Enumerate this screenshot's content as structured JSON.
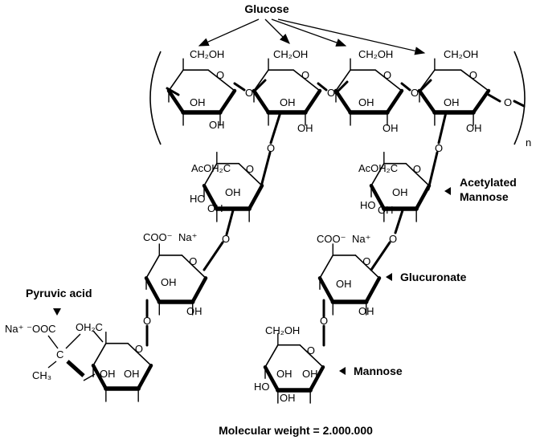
{
  "labels": {
    "glucose": "Glucose",
    "acetylated_mannose_line1": "Acetylated",
    "acetylated_mannose_line2": "Mannose",
    "glucuronate": "Glucuronate",
    "mannose": "Mannose",
    "pyruvic_acid": "Pyruvic acid",
    "molecular_weight": "Molecular weight = 2.000.000",
    "repeat_n": "n"
  },
  "atoms": {
    "ch2oh": "CH₂OH",
    "oh": "OH",
    "ho": "HO",
    "o": "O",
    "acoh2c": "AcOH₂C",
    "coo": "COO⁻",
    "na_plus": "Na⁺",
    "na_minus_ooc": "Na⁺ ⁻OOC",
    "oh2c": "OH₂C",
    "c": "C",
    "ch3": "CH₃"
  },
  "colors": {
    "ink": "#000000",
    "background": "#ffffff"
  }
}
